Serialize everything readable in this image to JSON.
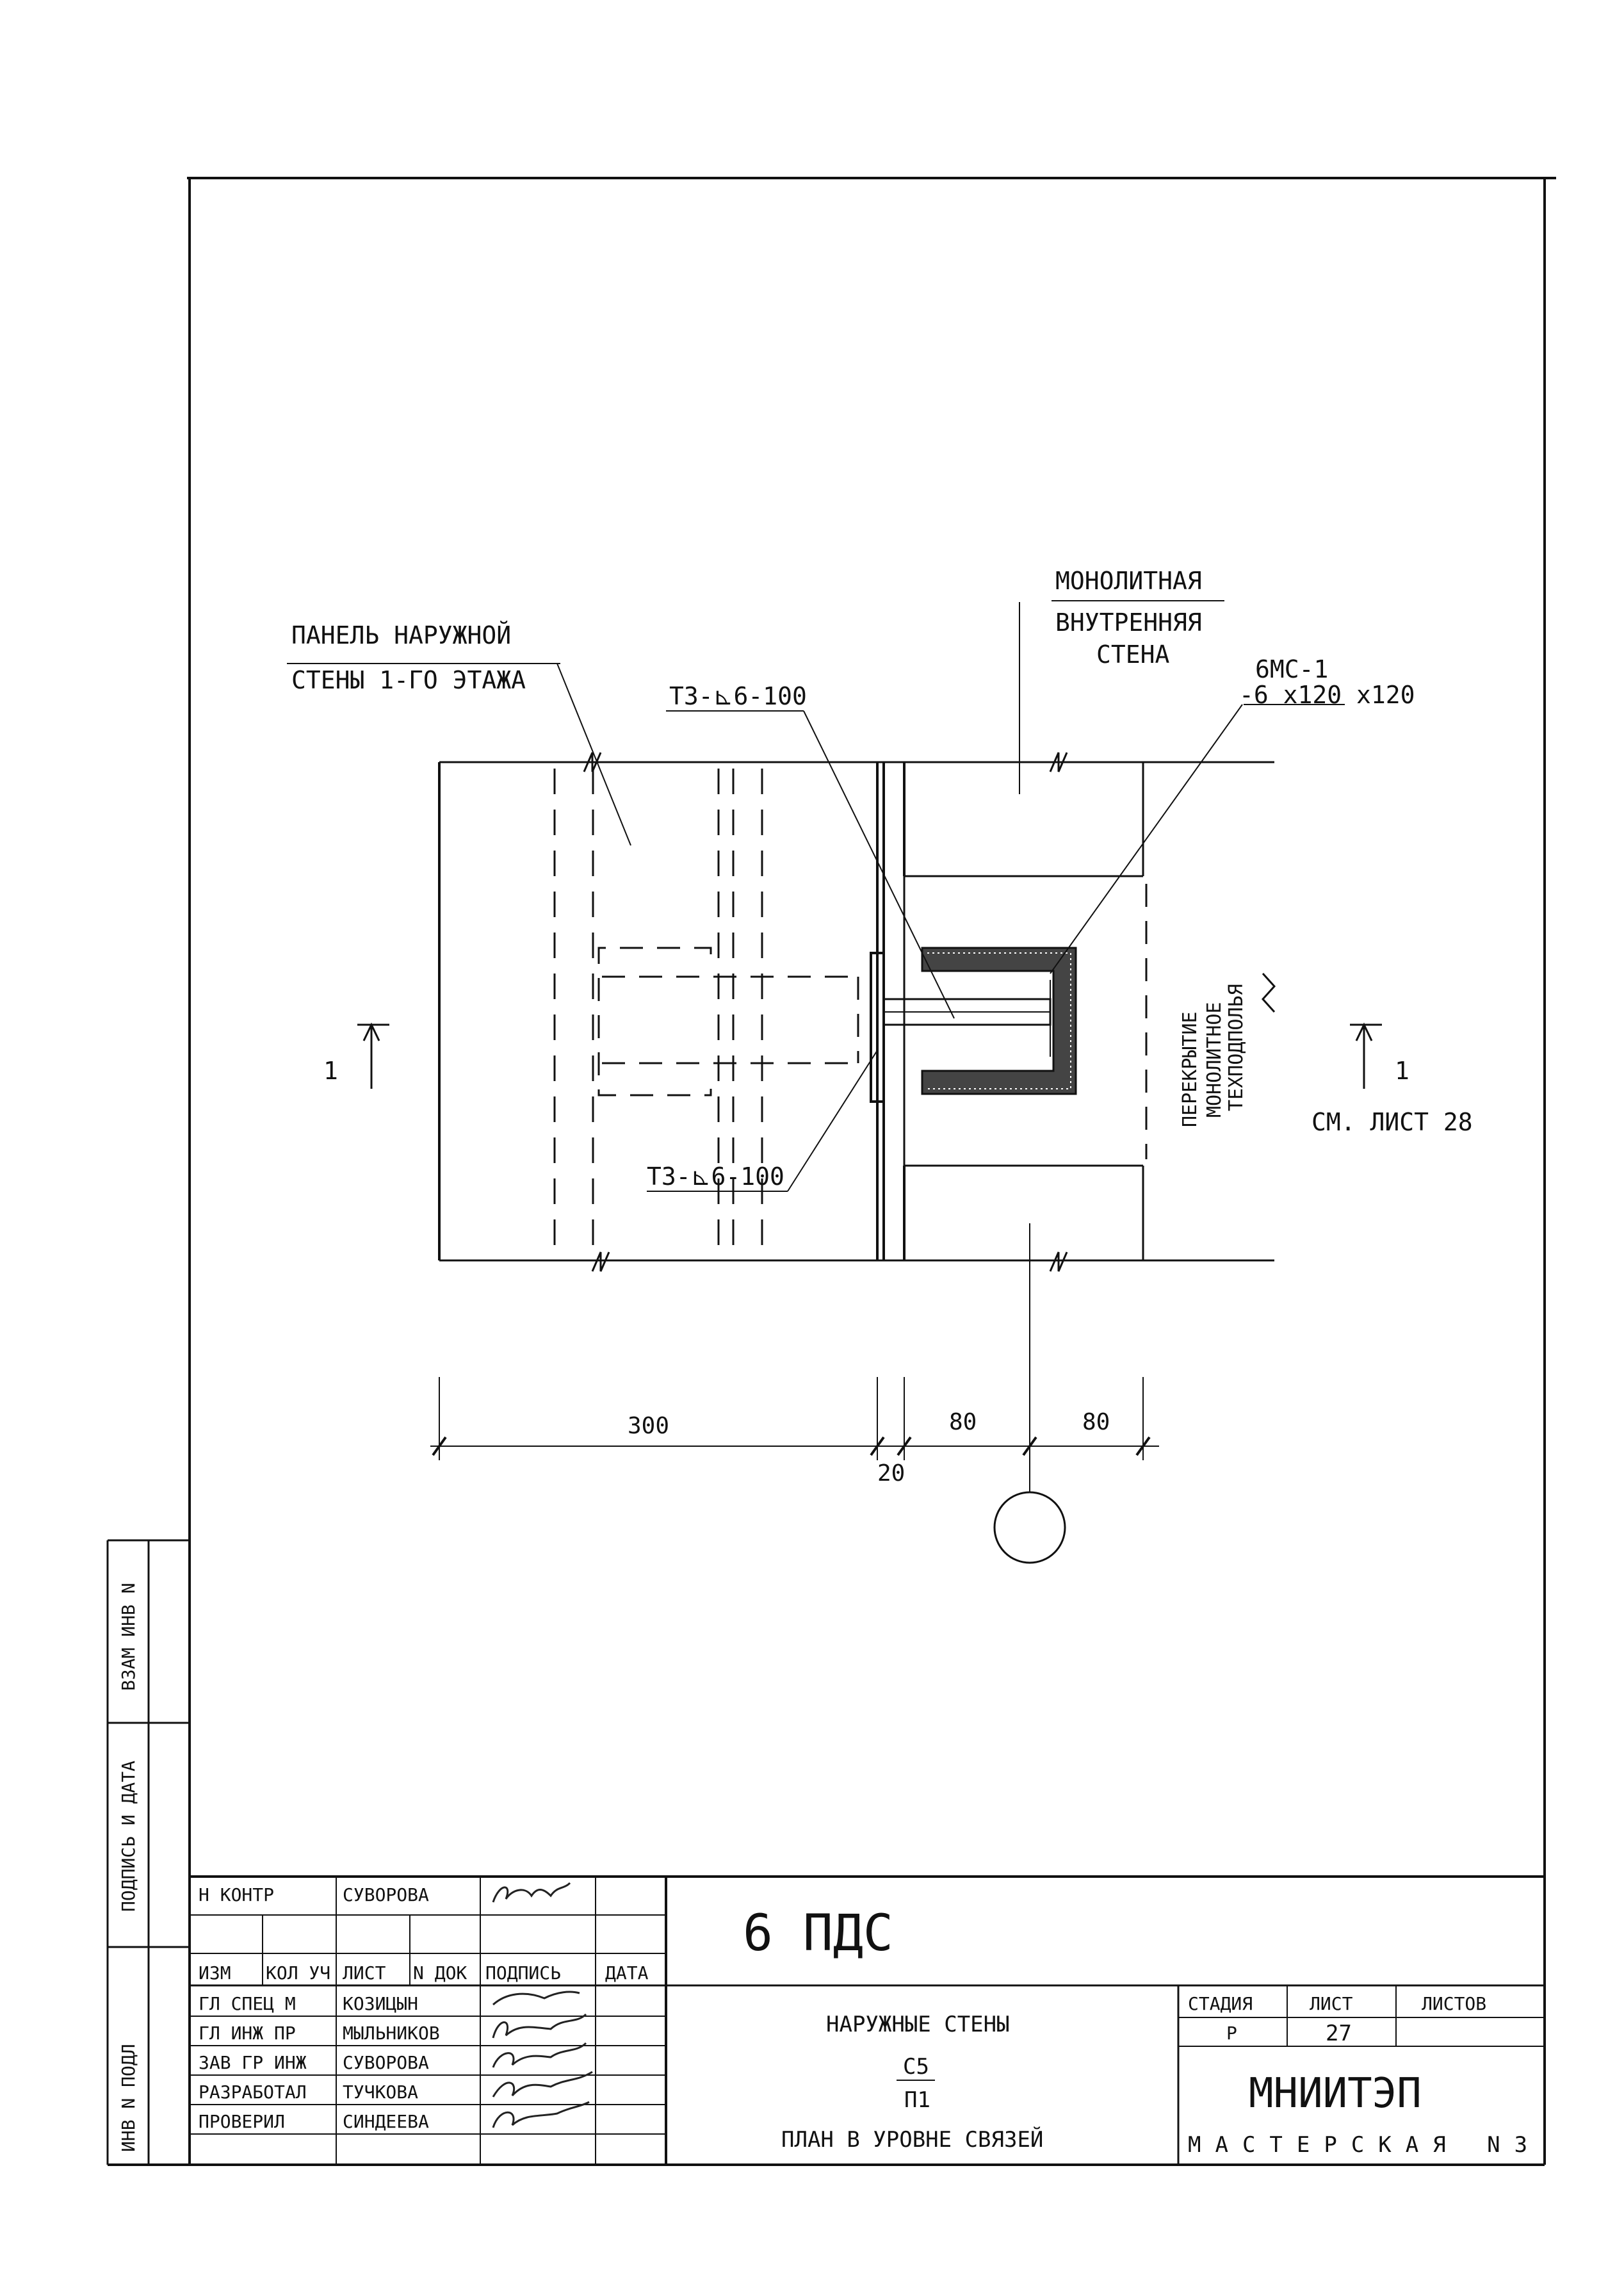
{
  "drawing": {
    "labels": {
      "outer_panel_line1": "ПАНЕЛЬ НАРУЖНОЙ",
      "outer_panel_line2": "СТЕНЫ 1-ГО ЭТАЖА",
      "mono_wall_line1": "МОНОЛИТНАЯ",
      "mono_wall_line2": "ВНУТРЕННЯЯ",
      "mono_wall_line3": "СТЕНА",
      "part_mark": "6МС-1",
      "part_size": "-6 х120 х120",
      "weld_top": "Т3-⊾6-100",
      "weld_bottom": "Т3-⊾6-100",
      "slab_line1": "ПЕРЕКРЫТИЕ",
      "slab_line2": "МОНОЛИТНОЕ",
      "slab_line3": "ТЕХПОДПОЛЬЯ",
      "section_left": "1",
      "section_right": "1",
      "see_sheet": "СМ. ЛИСТ 28"
    },
    "dimensions": {
      "d_panel": "300",
      "d_gap": "20",
      "d_left": "80",
      "d_right": "80"
    }
  },
  "side_stamps": {
    "vzam": "ВЗАМ ИНВ N",
    "podpis": "ПОДПИСЬ И ДАТА",
    "inv": "ИНВ N ПОДЛ"
  },
  "title_block": {
    "n_kontr_role": "Н КОНТР",
    "n_kontr_name": "СУВОРОВА",
    "col_izm": "ИЗМ",
    "col_koluch": "КОЛ УЧ",
    "col_list": "ЛИСТ",
    "col_ndok": "N ДОК",
    "col_podpis": "ПОДПИСЬ",
    "col_data": "ДАТА",
    "rows": [
      {
        "role": "ГЛ СПЕЦ М",
        "name": "КОЗИЦЫН"
      },
      {
        "role": "ГЛ ИНЖ ПР",
        "name": "МЫЛЬНИКОВ"
      },
      {
        "role": "ЗАВ ГР ИНЖ",
        "name": "СУВОРОВА"
      },
      {
        "role": "РАЗРАБОТАЛ",
        "name": "ТУЧКОВА"
      },
      {
        "role": "ПРОВЕРИЛ",
        "name": "СИНДЕЕВА"
      }
    ],
    "project_code": "6 ПДС",
    "section_title": "НАРУЖНЫЕ СТЕНЫ",
    "fraction_top": "С5",
    "fraction_bottom": "П1",
    "sheet_title": "ПЛАН В УРОВНЕ СВЯЗЕЙ",
    "stage_label": "СТАДИЯ",
    "list_label": "ЛИСТ",
    "listov_label": "ЛИСТОВ",
    "stage_value": "Р",
    "list_value": "27",
    "org": "МНИИТЭП",
    "workshop": "МАСТЕРСКАЯ N3"
  }
}
